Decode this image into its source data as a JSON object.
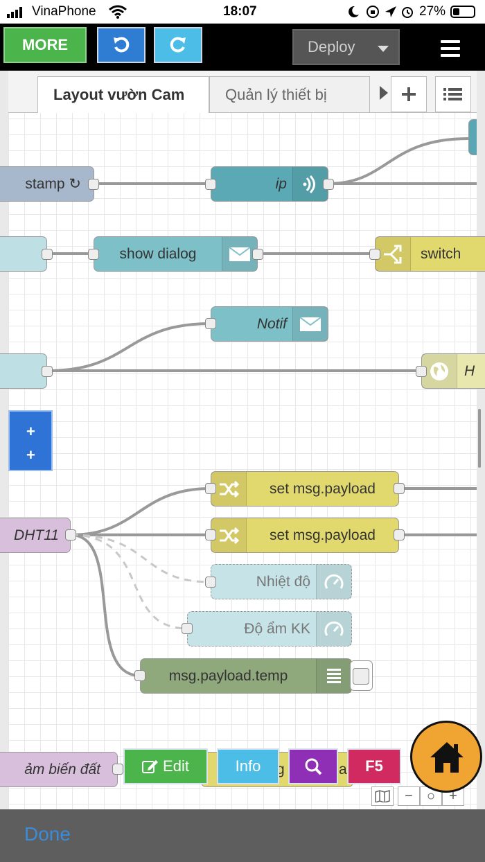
{
  "status_bar": {
    "carrier": "VinaPhone",
    "time": "18:07",
    "battery": "27%"
  },
  "header": {
    "more_label": "MORE",
    "undo_icon": "undo-icon",
    "redo_icon": "redo-icon",
    "deploy_label": "Deploy",
    "menu_icon": "hamburger-menu-icon"
  },
  "tabs": [
    {
      "label": "Layout vườn Cam",
      "active": true
    },
    {
      "label": "Quản lý thiết bị",
      "active": false
    }
  ],
  "nodes": {
    "timestamp": "stamp ↻",
    "ip": "ip",
    "show_dialog": "show dialog",
    "switch": "switch",
    "notif": "Notif",
    "http": "H",
    "dht11": "DHT11",
    "set_payload_1": "set msg.payload",
    "set_payload_2": "set msg.payload",
    "nhiet_do": "Nhiệt độ",
    "do_am_kk": "Độ ẩm KK",
    "payload_temp": "msg.payload.temp",
    "cam_bien_dat": "ảm biến đất",
    "partial_mid": "g",
    "partial_right": "ac"
  },
  "group_box": {
    "plus1": "+",
    "plus2": "+"
  },
  "actions": {
    "edit": "Edit",
    "info": "Info",
    "f5": "F5"
  },
  "zoom": {
    "minus": "−",
    "reset": "○",
    "plus": "+"
  },
  "done_label": "Done",
  "colors": {
    "more": "#4bb54b",
    "undo": "#2f7dd3",
    "redo": "#4cbde6",
    "edit": "#4bb54b",
    "info": "#4cbde6",
    "search": "#8e2fb5",
    "f5": "#d12a60",
    "home": "#f0a431"
  }
}
